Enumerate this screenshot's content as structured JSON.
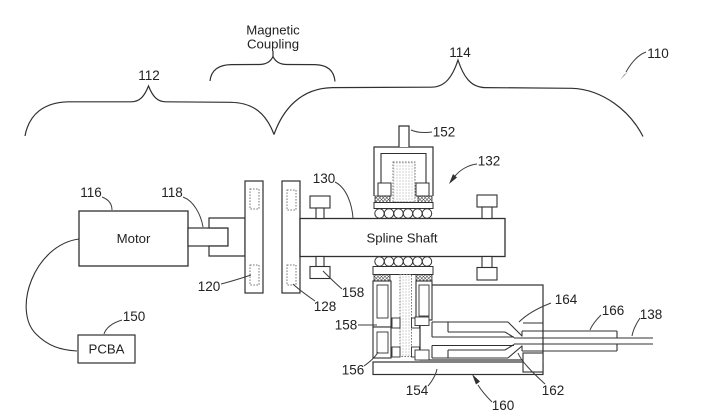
{
  "diagram": {
    "type": "patent-mechanical-figure",
    "component_labels": {
      "coupling_line1": "Magnetic",
      "coupling_line2": "Coupling",
      "motor": "Motor",
      "pcba": "PCBA",
      "spline_shaft": "Spline Shaft"
    },
    "reference_numerals": {
      "r110": "110",
      "r112": "112",
      "r114": "114",
      "r116": "116",
      "r118": "118",
      "r120": "120",
      "r128": "128",
      "r130": "130",
      "r132": "132",
      "r138": "138",
      "r150": "150",
      "r152": "152",
      "r154": "154",
      "r156": "156",
      "r158a": "158",
      "r158b": "158",
      "r160": "160",
      "r162": "162",
      "r164": "164",
      "r166": "166"
    },
    "colors": {
      "background": "#ffffff",
      "line": "#303030",
      "leader": "#3d3d3d",
      "stipple": "#909090",
      "hatch": "#4a4a4a"
    }
  }
}
